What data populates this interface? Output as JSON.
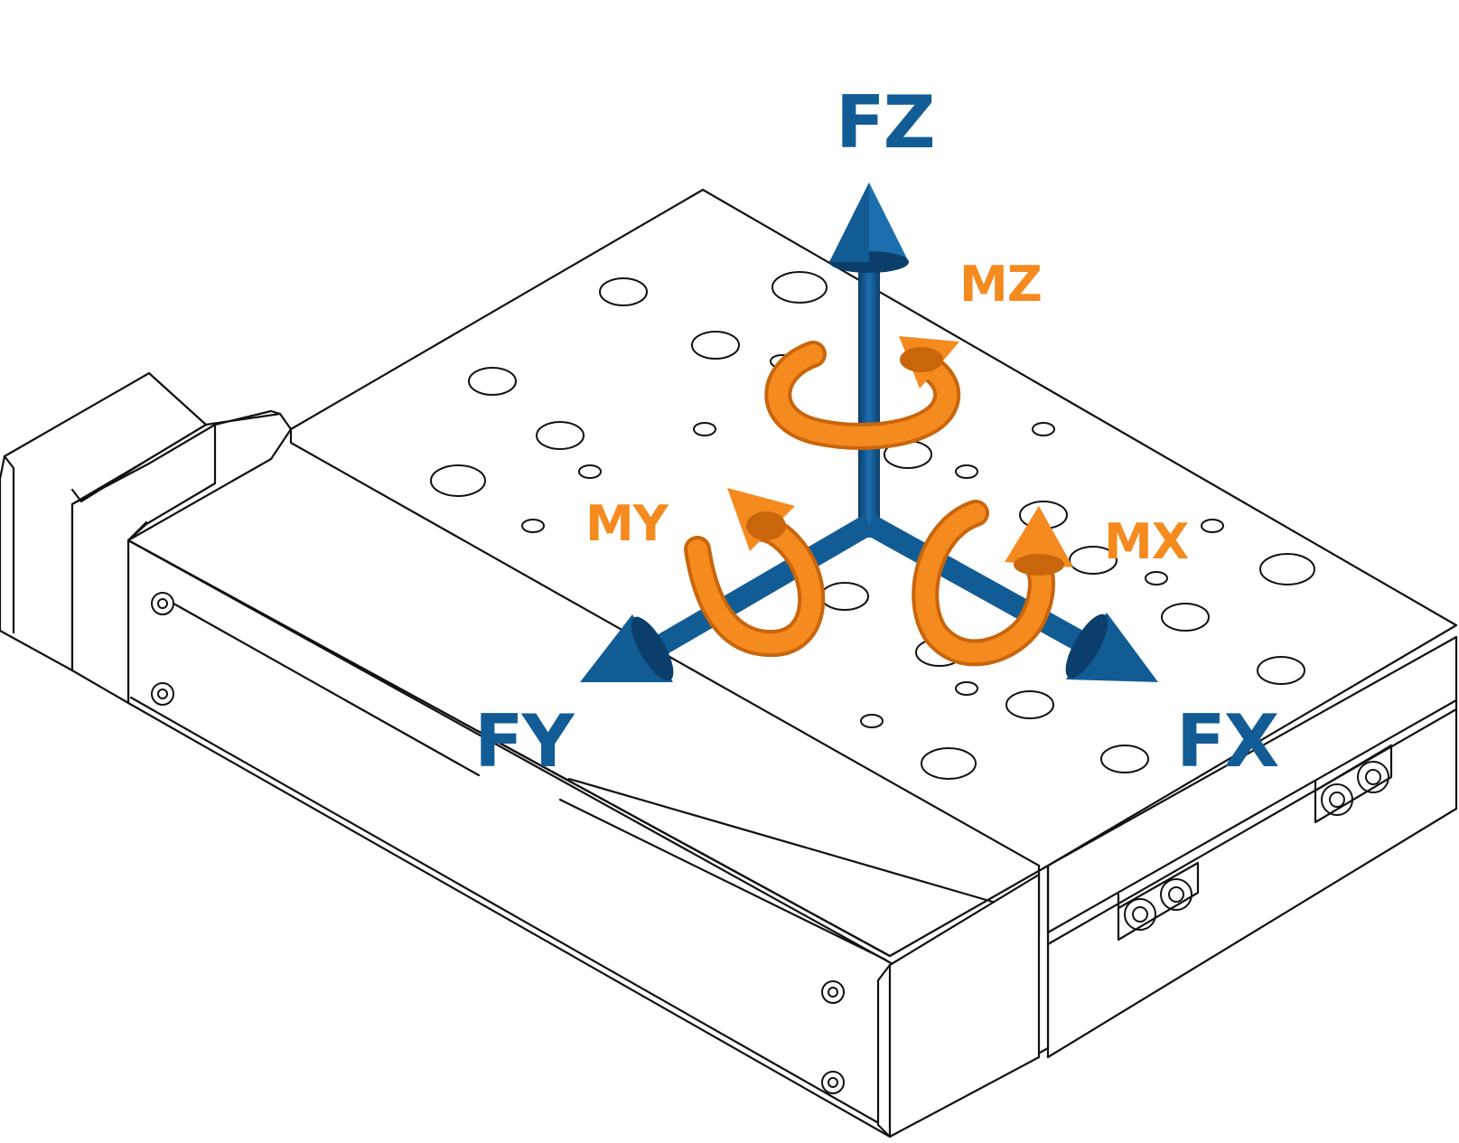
{
  "colors": {
    "force": "#125c96",
    "force_dark": "#0b3f6b",
    "moment": "#f58a1f",
    "moment_dark": "#c9650a",
    "outline": "#111111"
  },
  "forces": [
    {
      "id": "fz",
      "label": "FZ",
      "icon": "arrow-up-icon"
    },
    {
      "id": "fy",
      "label": "FY",
      "icon": "arrow-down-left-icon"
    },
    {
      "id": "fx",
      "label": "FX",
      "icon": "arrow-down-right-icon"
    }
  ],
  "moments": [
    {
      "id": "mz",
      "label": "MZ",
      "icon": "rotation-arrow-icon"
    },
    {
      "id": "my",
      "label": "MY",
      "icon": "rotation-arrow-icon"
    },
    {
      "id": "mx",
      "label": "MX",
      "icon": "rotation-arrow-icon"
    }
  ]
}
